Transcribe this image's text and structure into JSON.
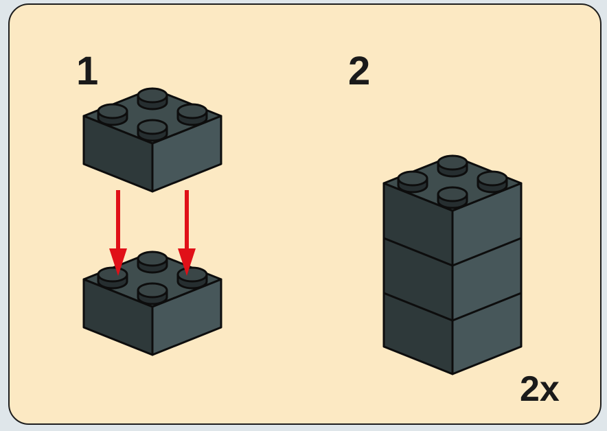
{
  "steps": [
    {
      "number": "1"
    },
    {
      "number": "2"
    }
  ],
  "multiplier": "2x",
  "colors": {
    "background": "#fce9c3",
    "brick_top": "#3f4d4e",
    "brick_left": "#2e393a",
    "brick_right": "#47575a",
    "stud": "#262e30",
    "arrow": "#e01018",
    "outline": "#0d0d0d"
  },
  "icons": [
    "brick-2x2-icon",
    "down-arrow-icon"
  ]
}
